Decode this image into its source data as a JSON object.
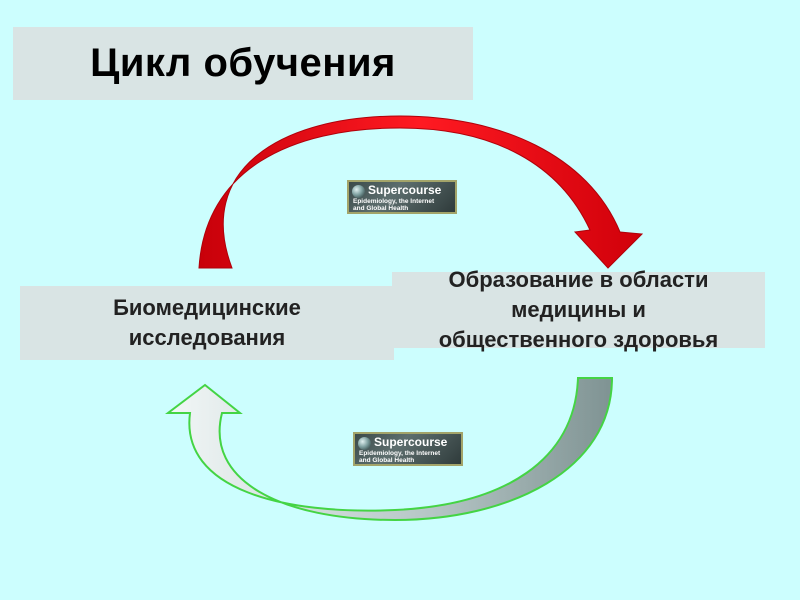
{
  "title": "Цикл обучения",
  "nodes": {
    "left": "Биомедицинские\nисследования",
    "right": "Образование в области\nмедицины и\nобщественного здоровья"
  },
  "badge": {
    "title": "Supercourse",
    "subtitle": "Epidemiology, the Internet\nand Global Health"
  },
  "colors": {
    "background": "#ccfefe",
    "box": "#d9e4e4",
    "top_arrow": "#e8141d",
    "bottom_arrow_outline": "#66dd66",
    "bottom_arrow_fill": "#b8cccc"
  },
  "icons": {
    "badge_logo": "globe-icon"
  }
}
